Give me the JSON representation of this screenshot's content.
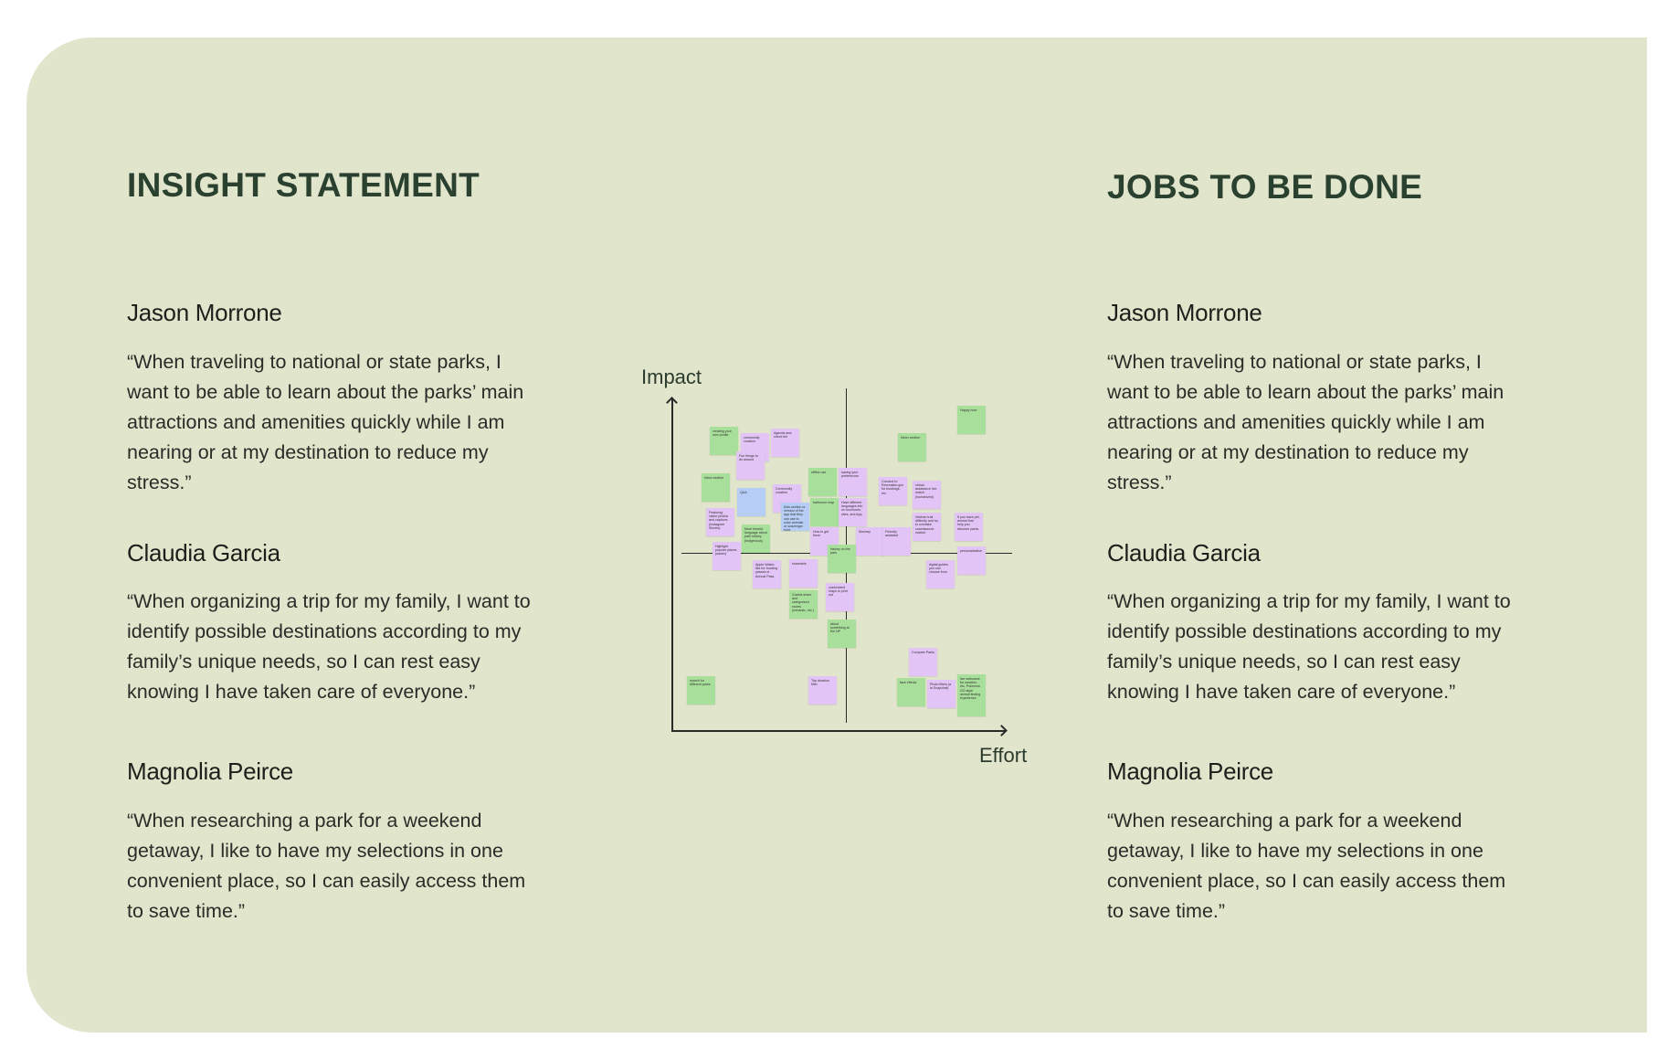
{
  "colors": {
    "background": "#e1e5cc",
    "heading": "#2b4130",
    "note_green": "#a8df9a",
    "note_purple": "#e3c4f6",
    "note_blue": "#b6cdf6"
  },
  "insight": {
    "title": "INSIGHT STATEMENT",
    "personas": [
      {
        "name": "Jason Morrone",
        "lines": [
          "“When traveling to national or state parks, I",
          "want to be able to learn about the parks’ main",
          "attractions and amenities quickly while I am",
          "nearing or at my destination to reduce my",
          "stress.”"
        ]
      },
      {
        "name": "Claudia Garcia",
        "lines": [
          "“When organizing a trip for my family, I want to",
          "identify possible destinations according to my",
          "family’s unique needs, so I can rest easy",
          "knowing I have taken care of everyone.”"
        ]
      },
      {
        "name": "Magnolia Peirce",
        "lines": [
          "“When researching a park for a weekend",
          "getaway, I like to have my selections in one",
          "convenient place, so I can easily access them",
          "to save time.”"
        ]
      }
    ]
  },
  "jobs": {
    "title": "JOBS TO BE DONE",
    "personas": [
      {
        "name": "Jason Morrone",
        "lines": [
          "“When traveling to national or state parks, I",
          "want to be able to learn about the parks’ main",
          "attractions and amenities quickly while I am",
          "nearing or at my destination to reduce my",
          "stress.”"
        ]
      },
      {
        "name": "Claudia Garcia",
        "lines": [
          "“When organizing a trip for my family, I want to",
          "identify possible destinations according to my",
          "family’s unique needs, so I can rest easy",
          "knowing I have taken care of everyone.”"
        ]
      },
      {
        "name": "Magnolia Peirce",
        "lines": [
          "“When researching a park for a weekend",
          "getaway, I like to have my selections in one",
          "convenient place, so I can easily access them",
          "to save time.”"
        ]
      }
    ]
  },
  "matrix": {
    "y_label": "Impact",
    "x_label": "Effort",
    "notes": [
      {
        "text": "creating your own profile",
        "color": "green"
      },
      {
        "text": "community curation",
        "color": "purple"
      },
      {
        "text": "Agenda and check list",
        "color": "purple"
      },
      {
        "text": "Fun things to do around",
        "color": "purple"
      },
      {
        "text": "Inbox section",
        "color": "green"
      },
      {
        "text": "Q&A",
        "color": "blue"
      },
      {
        "text": "Community curation",
        "color": "purple"
      },
      {
        "text": "Kids section or version of the app that they can use to color animals or scavenger hunt.",
        "color": "blue"
      },
      {
        "text": "offline use",
        "color": "green"
      },
      {
        "text": "saving your preferences",
        "color": "purple"
      },
      {
        "text": "bathroom map",
        "color": "green"
      },
      {
        "text": "Have different languages info on brochures, sites, and App",
        "color": "purple"
      },
      {
        "text": "Featuring visitor photos and captions (Instagram Stories).",
        "color": "purple"
      },
      {
        "text": "More honest language about park history (indigenous)",
        "color": "green"
      },
      {
        "text": "How to get there",
        "color": "purple"
      },
      {
        "text": "Itinerary",
        "color": "purple"
      },
      {
        "text": "Friendly assistant",
        "color": "purple"
      },
      {
        "text": "Highlight popular places (easier)",
        "color": "purple"
      },
      {
        "text": "history on the park",
        "color": "green"
      },
      {
        "text": "Apple Wallet-like for booking passes or Annual Pass.",
        "color": "purple"
      },
      {
        "text": "shareable",
        "color": "purple"
      },
      {
        "text": "Guests share and categorized routes (romantic, etc.)",
        "color": "green"
      },
      {
        "text": "customized maps to print out",
        "color": "purple"
      },
      {
        "text": "about something at the NP",
        "color": "green"
      },
      {
        "text": "Inbox section",
        "color": "green"
      },
      {
        "text": "Happy hour",
        "color": "green"
      },
      {
        "text": "Connect to Recreation.gov for bookings, etc.",
        "color": "purple"
      },
      {
        "text": "virtual assistance live match (humanized)",
        "color": "purple"
      },
      {
        "text": "Veteran trail difficulty and try to overtake crowdsource market",
        "color": "purple"
      },
      {
        "text": "If you have pet, animal that help you discover parks.",
        "color": "purple"
      },
      {
        "text": "personalization",
        "color": "purple"
      },
      {
        "text": "digital guides you can choose from",
        "color": "purple"
      },
      {
        "text": "Compare Parks",
        "color": "purple"
      },
      {
        "text": "face effects",
        "color": "green"
      },
      {
        "text": "Photo filters (a la Snapchat)",
        "color": "purple"
      },
      {
        "text": "live webcams for weather, etc. Pokemon GO style animal finding experience",
        "color": "green"
      },
      {
        "text": "search for different parks",
        "color": "green"
      },
      {
        "text": "Trip duration filter",
        "color": "purple"
      }
    ]
  }
}
